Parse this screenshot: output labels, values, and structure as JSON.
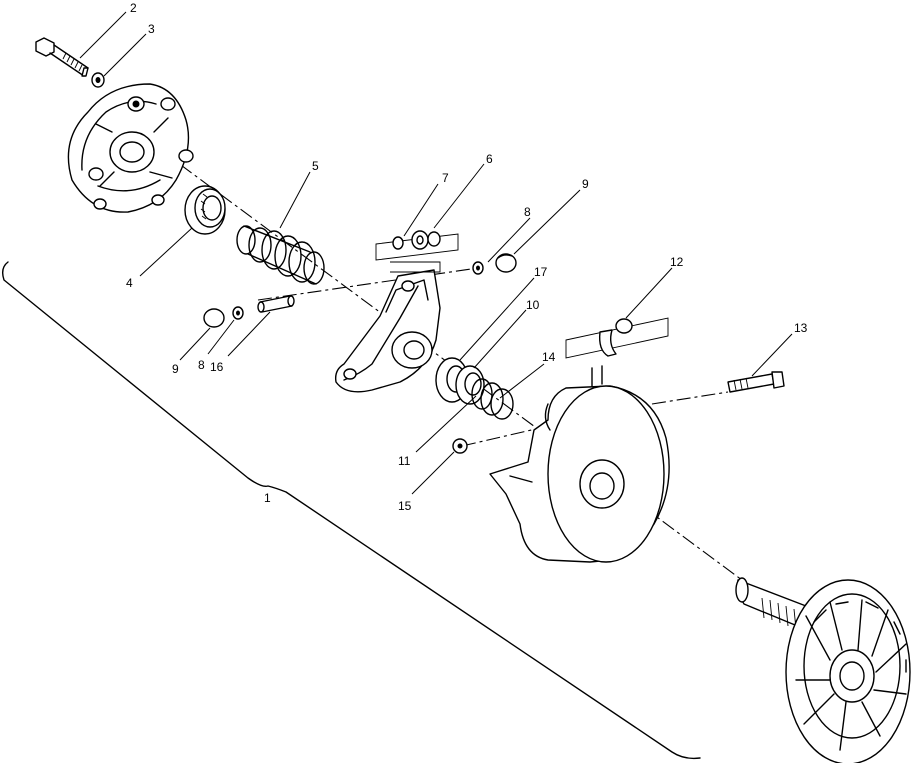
{
  "callouts": [
    "1",
    "2",
    "3",
    "4",
    "5",
    "6",
    "7",
    "8",
    "8",
    "9",
    "9",
    "10",
    "11",
    "12",
    "13",
    "14",
    "15",
    "16",
    "17"
  ]
}
